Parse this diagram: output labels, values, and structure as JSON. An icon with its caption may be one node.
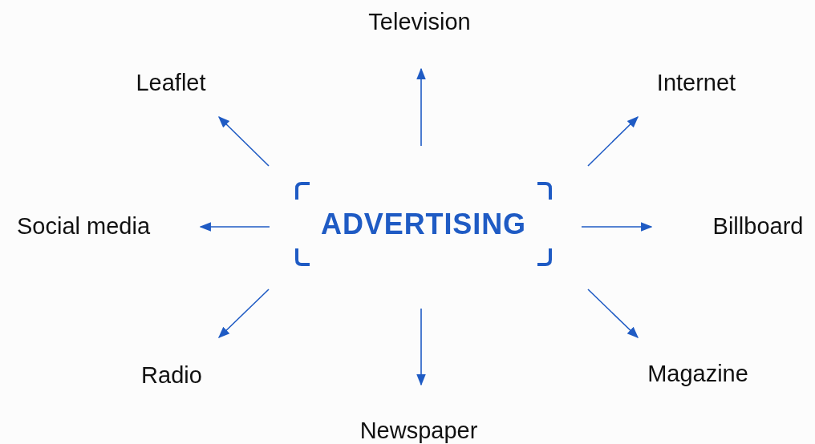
{
  "diagram": {
    "nodes": [
      {
        "text": [
          "ADVERTISING"
        ]
      },
      {
        "text": [
          "Television"
        ]
      },
      {
        "text": [
          "Leaflet"
        ]
      },
      {
        "text": [
          "Internet"
        ]
      },
      {
        "text": [
          "Social media"
        ]
      },
      {
        "text": [
          "Billboard"
        ]
      },
      {
        "text": [
          "Radio"
        ]
      },
      {
        "text": [
          "Magazine"
        ]
      },
      {
        "text": [
          "Newspaper"
        ]
      }
    ],
    "edges": [
      {
        "from": 0,
        "to": 1,
        "arrow": "to"
      },
      {
        "from": 0,
        "to": 2,
        "arrow": "to"
      },
      {
        "from": 0,
        "to": 3,
        "arrow": "to"
      },
      {
        "from": 0,
        "to": 4,
        "arrow": "to"
      },
      {
        "from": 0,
        "to": 5,
        "arrow": "to"
      },
      {
        "from": 0,
        "to": 6,
        "arrow": "to"
      },
      {
        "from": 0,
        "to": 7,
        "arrow": "to"
      },
      {
        "from": 0,
        "to": 8,
        "arrow": "to"
      }
    ]
  }
}
